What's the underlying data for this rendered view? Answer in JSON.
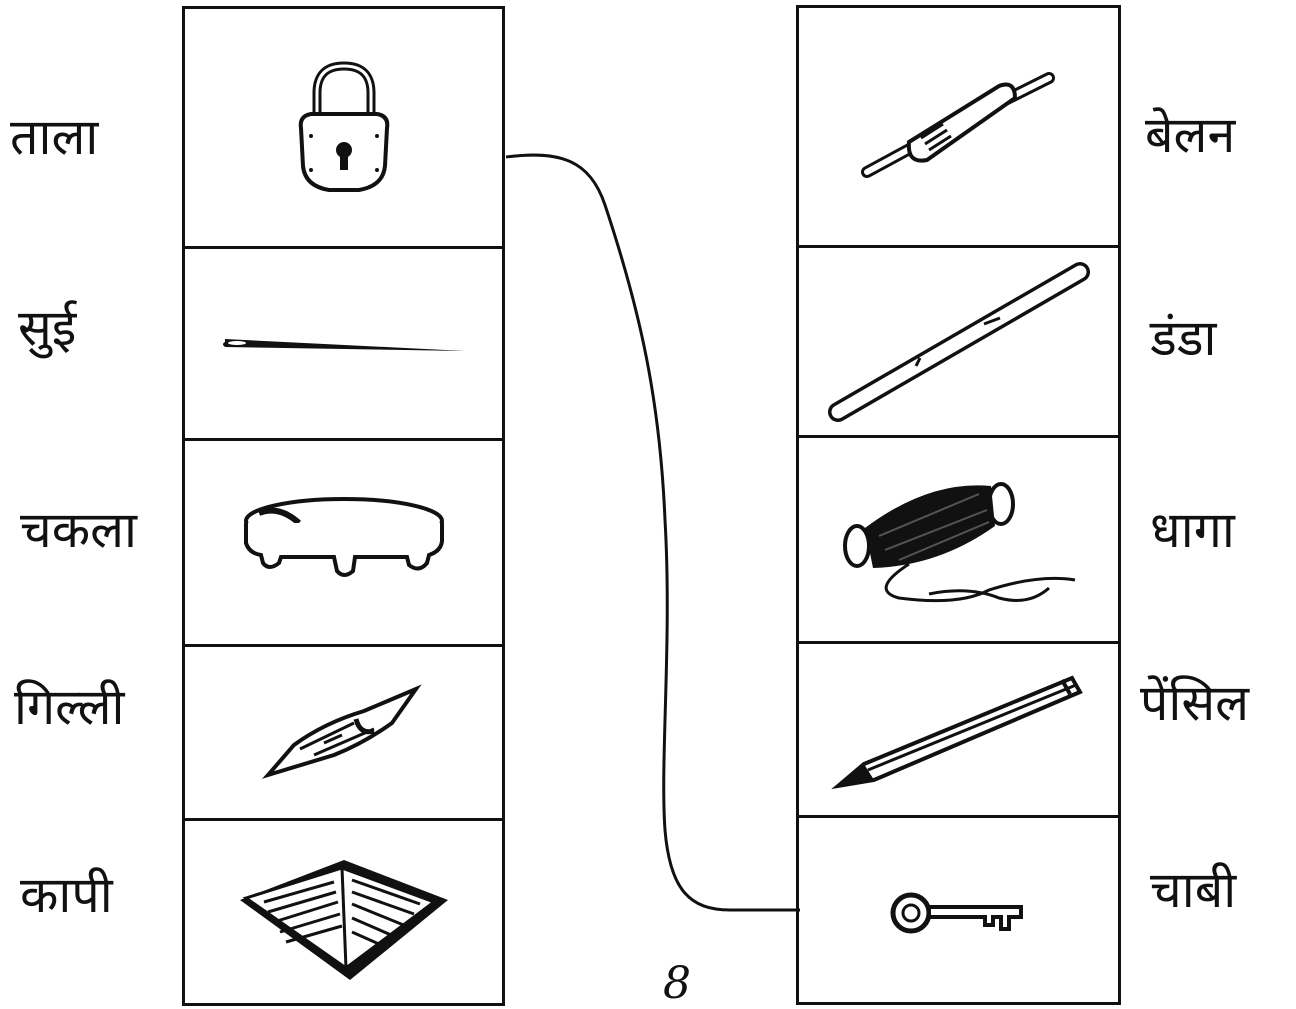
{
  "left_column": {
    "words": [
      "ताला",
      "सुई",
      "चकला",
      "गिल्ली",
      "कापी"
    ],
    "pictures": [
      "padlock-icon",
      "needle-icon",
      "chakla-board-icon",
      "gilli-icon",
      "notebook-icon"
    ]
  },
  "right_column": {
    "words": [
      "बेलन",
      "डंडा",
      "धागा",
      "पेंसिल",
      "चाबी"
    ],
    "pictures": [
      "rolling-pin-icon",
      "stick-icon",
      "thread-spool-icon",
      "pencil-icon",
      "key-icon"
    ]
  },
  "drawn_match": {
    "from": "ताला",
    "to": "चाबी"
  },
  "page_number": "8"
}
